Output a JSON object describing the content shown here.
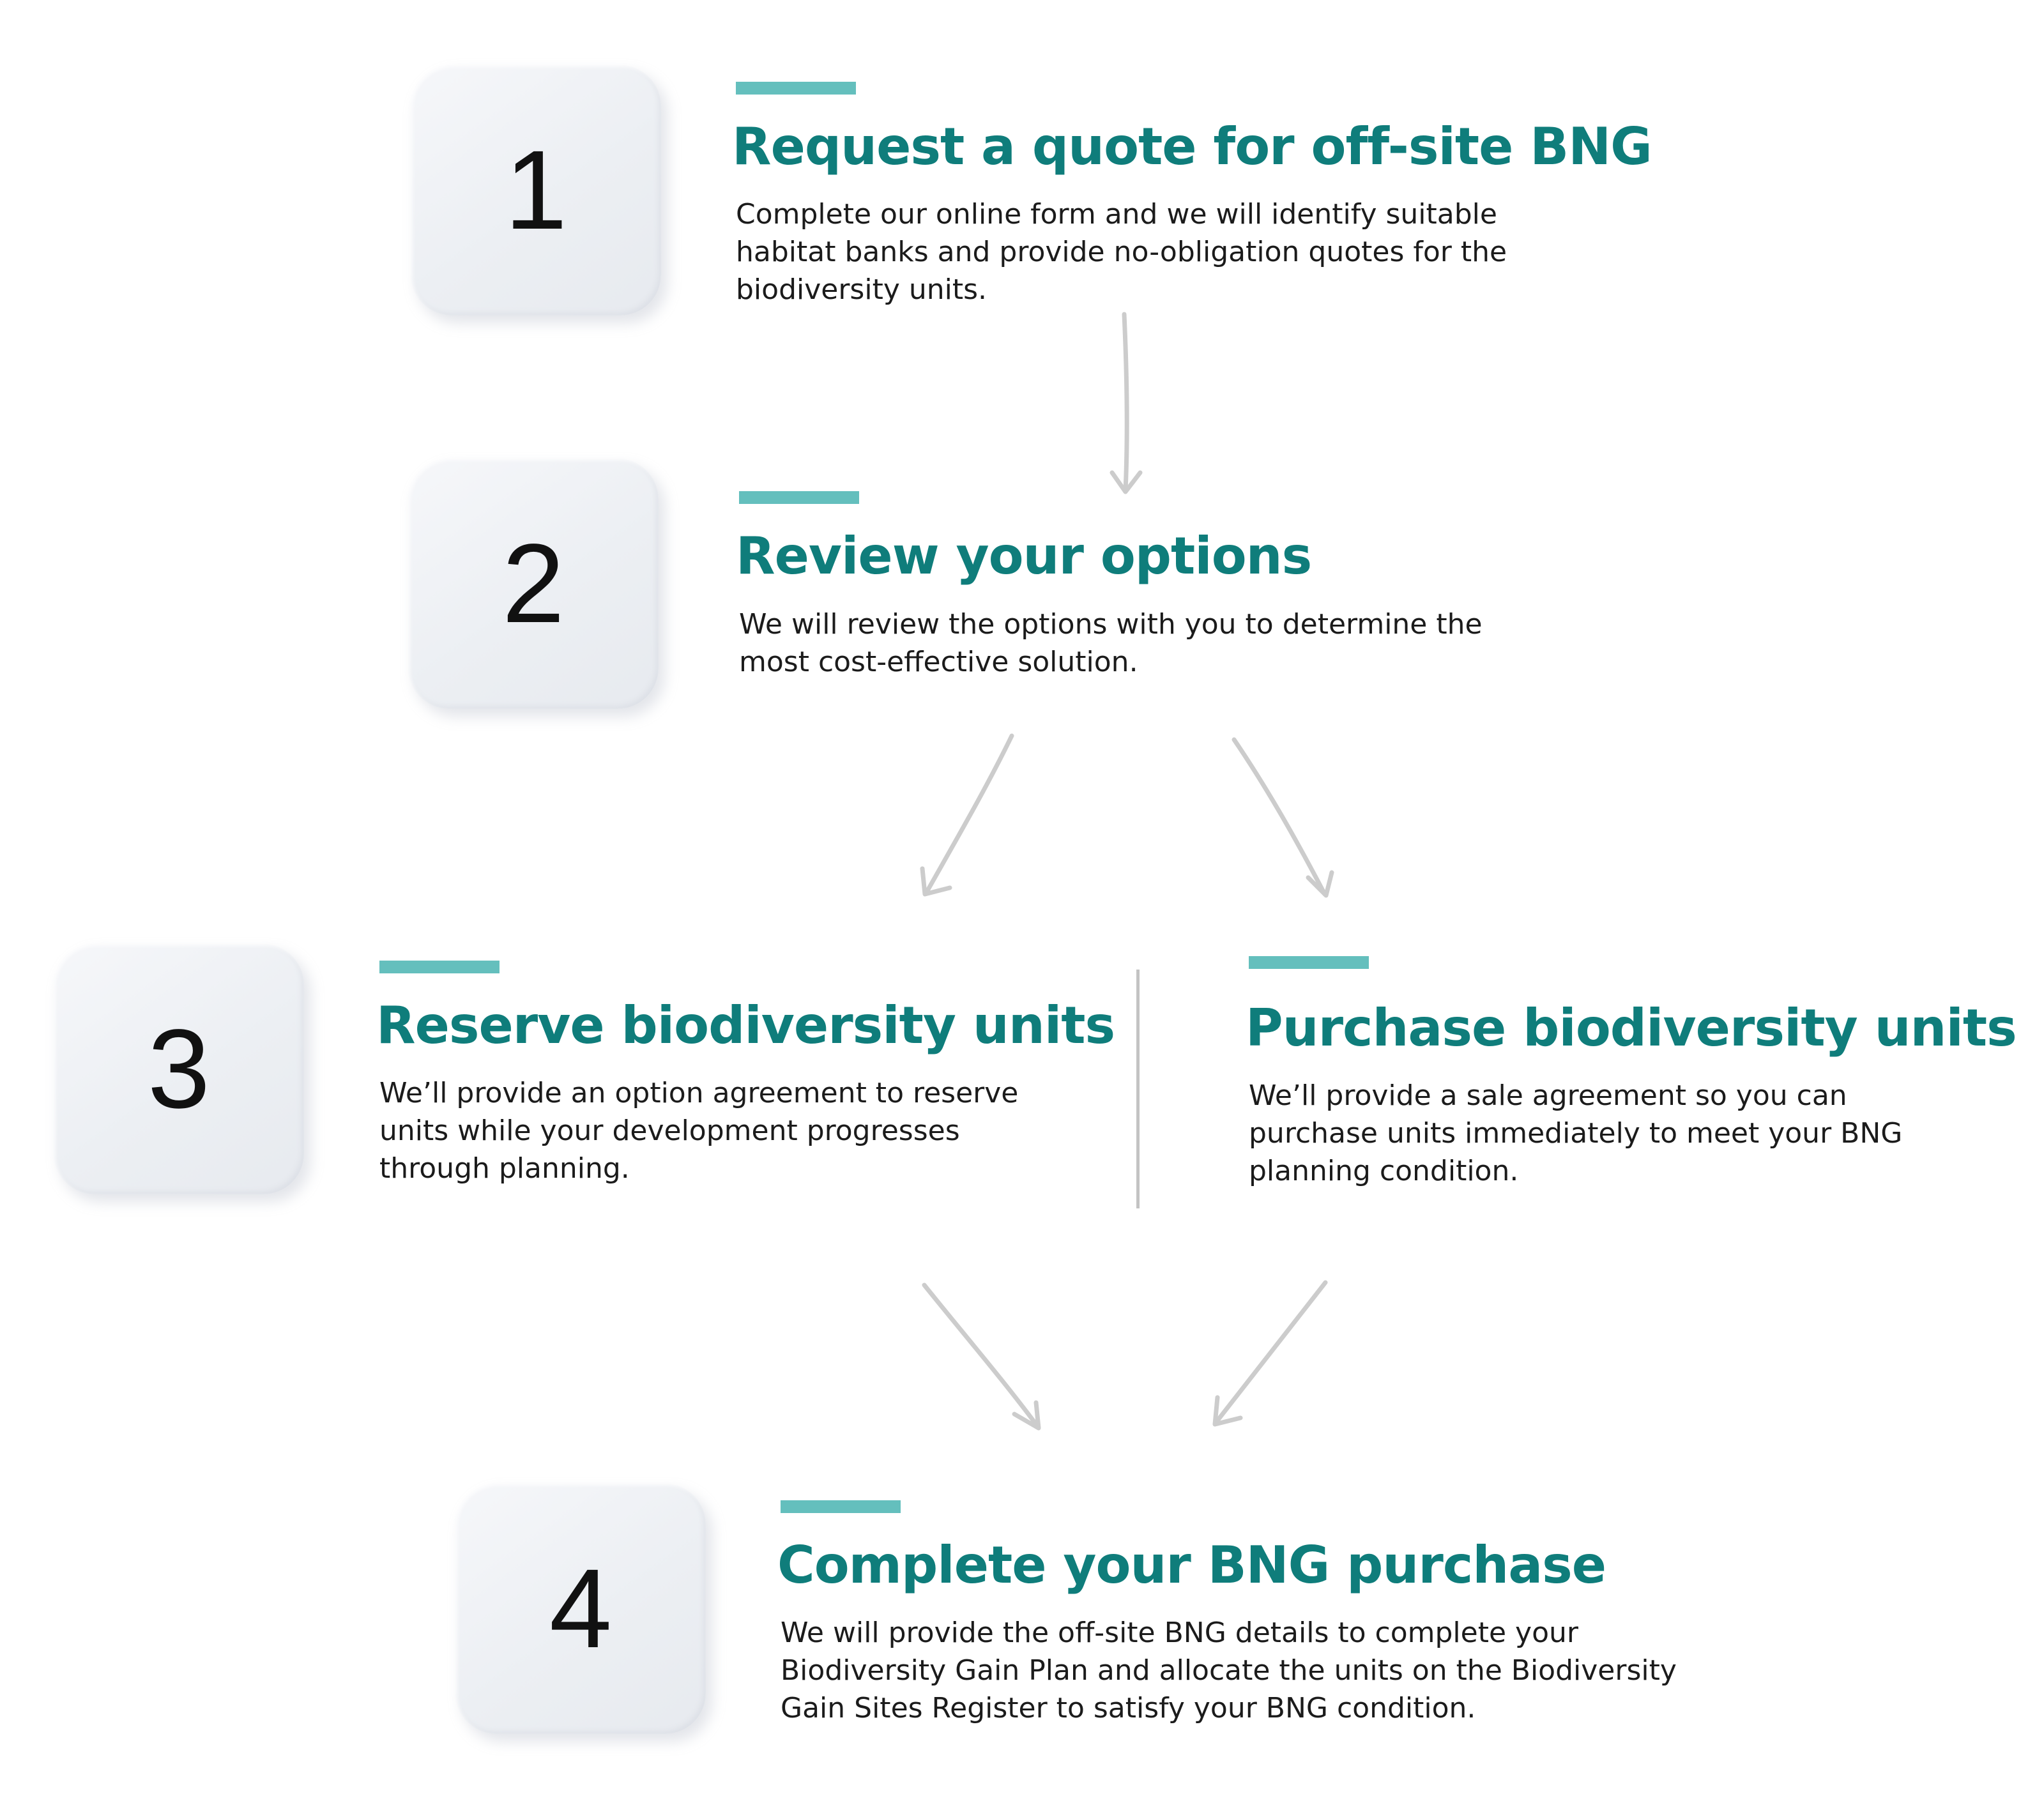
{
  "colors": {
    "title": "#0f7d7b",
    "accent_bar": "#64bfbd",
    "box_fill": "#eceff3",
    "arrow": "#cccccc",
    "divider": "#c3c3c3",
    "text": "#1b1b1b"
  },
  "steps": [
    {
      "number": "1",
      "title": "Request a quote for off-site BNG",
      "description": "Complete our online form and we will identify suitable\nhabitat banks and provide no-obligation quotes for the\nbiodiversity units."
    },
    {
      "number": "2",
      "title": "Review your options",
      "description": "We will review the options with you to determine the\nmost cost-effective solution."
    },
    {
      "number": "3",
      "title": "Reserve biodiversity units",
      "description": "We’ll provide an option agreement to reserve\nunits while your development progresses\nthrough planning."
    },
    {
      "title": "Purchase biodiversity units",
      "description": "We’ll provide a sale agreement so you can\npurchase units immediately to meet your BNG\nplanning condition."
    },
    {
      "number": "4",
      "title": "Complete your BNG purchase",
      "description": "We will provide the off-site BNG details to complete your\nBiodiversity Gain Plan and allocate the units on the Biodiversity\nGain Sites Register to satisfy your BNG condition."
    }
  ],
  "connectors": [
    {
      "from": "step-1",
      "to": "step-2"
    },
    {
      "from": "step-2",
      "to": "step-3-reserve"
    },
    {
      "from": "step-2",
      "to": "step-3-purchase"
    },
    {
      "from": "step-3-reserve",
      "to": "step-4"
    },
    {
      "from": "step-3-purchase",
      "to": "step-4"
    }
  ]
}
